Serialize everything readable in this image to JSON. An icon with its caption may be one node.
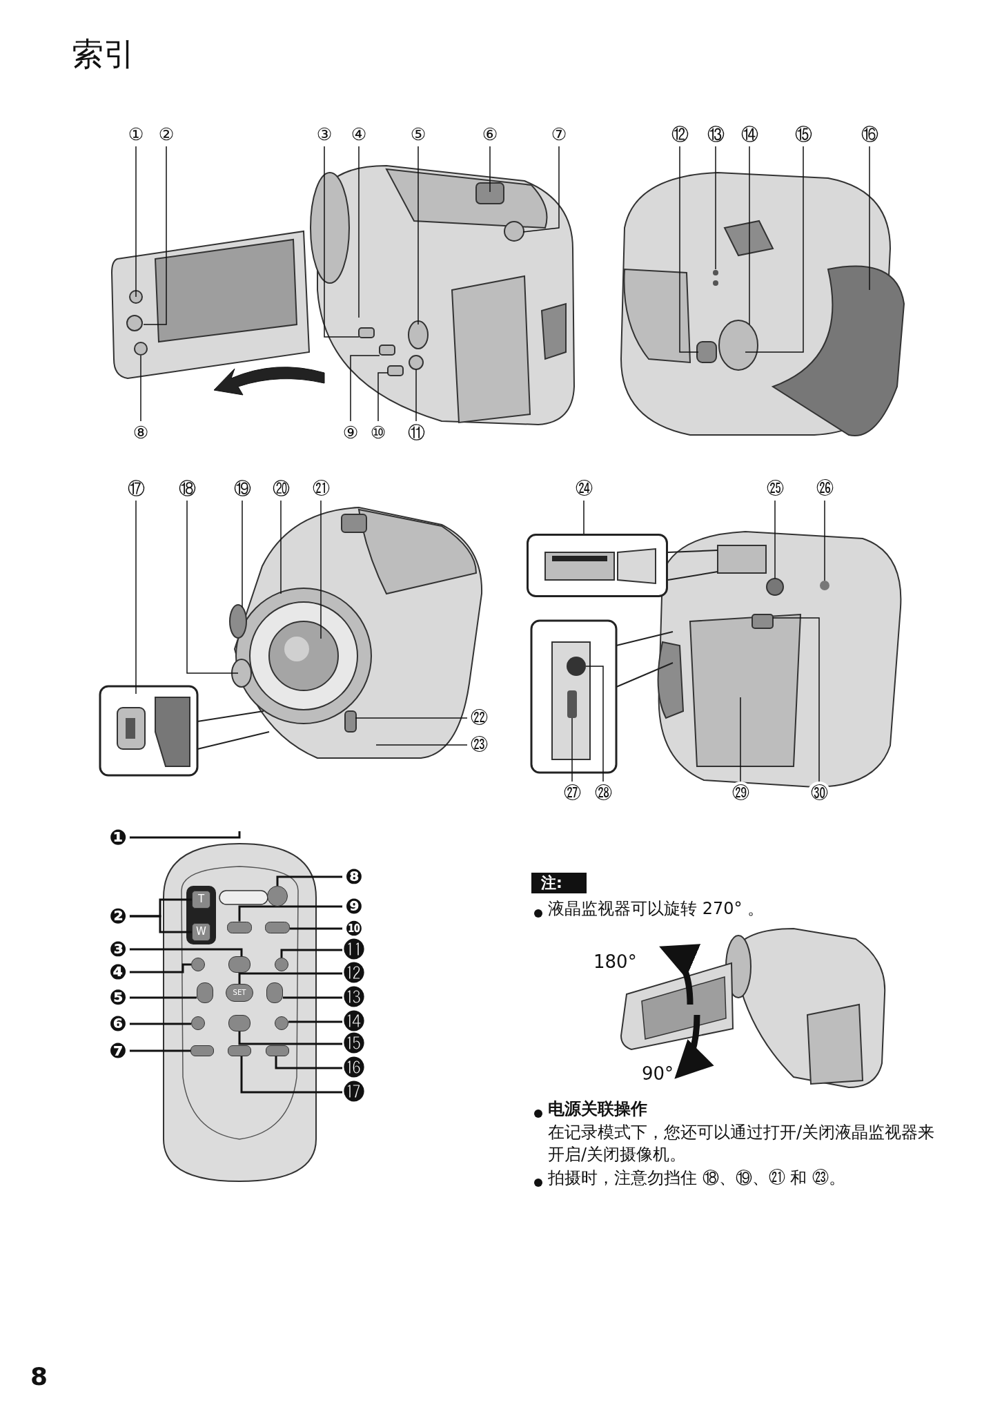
{
  "diagram": {
    "title": "索引",
    "nodes": [
      {
        "text": [
          "①"
        ]
      },
      {
        "text": [
          "②"
        ]
      },
      {
        "text": [
          "③"
        ]
      },
      {
        "text": [
          "④"
        ]
      },
      {
        "text": [
          "⑤"
        ]
      },
      {
        "text": [
          "⑥"
        ]
      },
      {
        "text": [
          "⑦"
        ]
      },
      {
        "text": [
          "⑧"
        ]
      },
      {
        "text": [
          "⑨"
        ]
      },
      {
        "text": [
          "⑩"
        ]
      },
      {
        "text": [
          "⑪"
        ]
      },
      {
        "text": [
          "⑫"
        ]
      },
      {
        "text": [
          "⑬"
        ]
      },
      {
        "text": [
          "⑭"
        ]
      },
      {
        "text": [
          "⑮"
        ]
      },
      {
        "text": [
          "⑯"
        ]
      },
      {
        "text": [
          "⑰"
        ]
      },
      {
        "text": [
          "⑱"
        ]
      },
      {
        "text": [
          "⑲"
        ]
      },
      {
        "text": [
          "⑳"
        ]
      },
      {
        "text": [
          "㉑"
        ]
      },
      {
        "text": [
          "㉒"
        ]
      },
      {
        "text": [
          "㉓"
        ]
      },
      {
        "text": [
          "㉔"
        ]
      },
      {
        "text": [
          "㉕"
        ]
      },
      {
        "text": [
          "㉖"
        ]
      },
      {
        "text": [
          "㉗"
        ]
      },
      {
        "text": [
          "㉘"
        ]
      },
      {
        "text": [
          "㉙"
        ]
      },
      {
        "text": [
          "㉚"
        ]
      },
      {
        "text": [
          "❶"
        ]
      },
      {
        "text": [
          "❷"
        ]
      },
      {
        "text": [
          "❸"
        ]
      },
      {
        "text": [
          "❹"
        ]
      },
      {
        "text": [
          "❺"
        ]
      },
      {
        "text": [
          "❻"
        ]
      },
      {
        "text": [
          "❼"
        ]
      },
      {
        "text": [
          "❽"
        ]
      },
      {
        "text": [
          "❾"
        ]
      },
      {
        "text": [
          "❿"
        ]
      },
      {
        "text": [
          "⓫"
        ]
      },
      {
        "text": [
          "⓬"
        ]
      },
      {
        "text": [
          "⓭"
        ]
      },
      {
        "text": [
          "⓮"
        ]
      },
      {
        "text": [
          "⓯"
        ]
      },
      {
        "text": [
          "⓰"
        ]
      },
      {
        "text": [
          "⓱"
        ]
      },
      {
        "text": [
          "注:"
        ]
      },
      {
        "text": [
          "T"
        ]
      },
      {
        "text": [
          "W"
        ]
      },
      {
        "text": [
          "SET"
        ]
      },
      {
        "text": [],
        "shape": "picture"
      },
      {
        "text": [],
        "shape": "circle"
      },
      {
        "text": [],
        "shape": "box"
      },
      {
        "text": [],
        "shape": "box"
      },
      {
        "text": [],
        "shape": "box"
      },
      {
        "text": [],
        "shape": "circle"
      },
      {
        "text": [],
        "shape": "circle"
      },
      {
        "text": [],
        "shape": "box"
      },
      {
        "text": [],
        "shape": "box"
      },
      {
        "text": [],
        "shape": "circle"
      },
      {
        "text": [],
        "shape": "box"
      },
      {
        "text": [],
        "shape": "circle"
      },
      {
        "text": [],
        "shape": "box"
      },
      {
        "text": [],
        "shape": "box"
      },
      {
        "text": [],
        "shape": "box"
      }
    ],
    "edges": [
      {
        "from": 0,
        "to": null,
        "arrow": "none"
      },
      {
        "from": 1,
        "to": null,
        "arrow": "none"
      },
      {
        "from": 2,
        "to": null,
        "arrow": "none"
      },
      {
        "from": 3,
        "to": null,
        "arrow": "none"
      },
      {
        "from": 4,
        "to": null,
        "arrow": "none"
      },
      {
        "from": 5,
        "to": null,
        "arrow": "none"
      },
      {
        "from": 6,
        "to": null,
        "arrow": "none"
      },
      {
        "from": 7,
        "to": null,
        "arrow": "none"
      },
      {
        "from": 8,
        "to": null,
        "arrow": "none"
      },
      {
        "from": 9,
        "to": null,
        "arrow": "none"
      },
      {
        "from": 10,
        "to": null,
        "arrow": "none"
      },
      {
        "from": 11,
        "to": null,
        "arrow": "none"
      },
      {
        "from": 12,
        "to": null,
        "arrow": "none"
      },
      {
        "from": 13,
        "to": null,
        "arrow": "none"
      },
      {
        "from": 14,
        "to": null,
        "arrow": "none"
      },
      {
        "from": 15,
        "to": null,
        "arrow": "none"
      },
      {
        "from": 16,
        "to": null,
        "arrow": "none"
      },
      {
        "from": 17,
        "to": null,
        "arrow": "none"
      },
      {
        "from": 18,
        "to": null,
        "arrow": "none"
      },
      {
        "from": 19,
        "to": null,
        "arrow": "none"
      },
      {
        "from": 20,
        "to": null,
        "arrow": "none"
      },
      {
        "from": 21,
        "to": null,
        "arrow": "none"
      },
      {
        "from": 22,
        "to": null,
        "arrow": "none"
      },
      {
        "from": 23,
        "to": 51,
        "arrow": "none"
      },
      {
        "from": 24,
        "to": null,
        "arrow": "none"
      },
      {
        "from": 25,
        "to": null,
        "arrow": "none"
      },
      {
        "from": 26,
        "to": null,
        "arrow": "none"
      },
      {
        "from": 27,
        "to": null,
        "arrow": "none"
      },
      {
        "from": 28,
        "to": null,
        "arrow": "none"
      },
      {
        "from": 29,
        "to": null,
        "arrow": "none"
      },
      {
        "from": 30,
        "to": null,
        "arrow": "none"
      },
      {
        "from": 31,
        "to": 48,
        "arrow": "none"
      },
      {
        "from": 32,
        "to": 55,
        "arrow": "none"
      },
      {
        "from": 33,
        "to": 56,
        "arrow": "none"
      },
      {
        "from": 34,
        "to": 58,
        "arrow": "none"
      },
      {
        "from": 35,
        "to": 60,
        "arrow": "none"
      },
      {
        "from": 36,
        "to": 63,
        "arrow": "none"
      },
      {
        "from": 37,
        "to": 52,
        "arrow": "none"
      },
      {
        "from": 38,
        "to": 53,
        "arrow": "none"
      },
      {
        "from": 39,
        "to": 54,
        "arrow": "none"
      },
      {
        "from": 40,
        "to": 57,
        "arrow": "none"
      },
      {
        "from": 41,
        "to": 50,
        "arrow": "none"
      },
      {
        "from": 42,
        "to": 59,
        "arrow": "none"
      },
      {
        "from": 43,
        "to": 62,
        "arrow": "none"
      },
      {
        "from": 44,
        "to": 61,
        "arrow": "none"
      },
      {
        "from": 45,
        "to": 65,
        "arrow": "none"
      },
      {
        "from": 46,
        "to": 64,
        "arrow": "none"
      },
      {
        "from": 31,
        "to": 49,
        "arrow": "none"
      }
    ],
    "labels": [
      "180°",
      "90°",
      "液晶监视器可以旋转 270° 。",
      "电源关联操作",
      "在记录模式下，您还可以通过打开/关闭液晶监视器来开启/关闭摄像机。",
      "拍摄时，注意勿挡住 ⑱、⑲、㉑ 和 ㉓。",
      "8"
    ]
  }
}
